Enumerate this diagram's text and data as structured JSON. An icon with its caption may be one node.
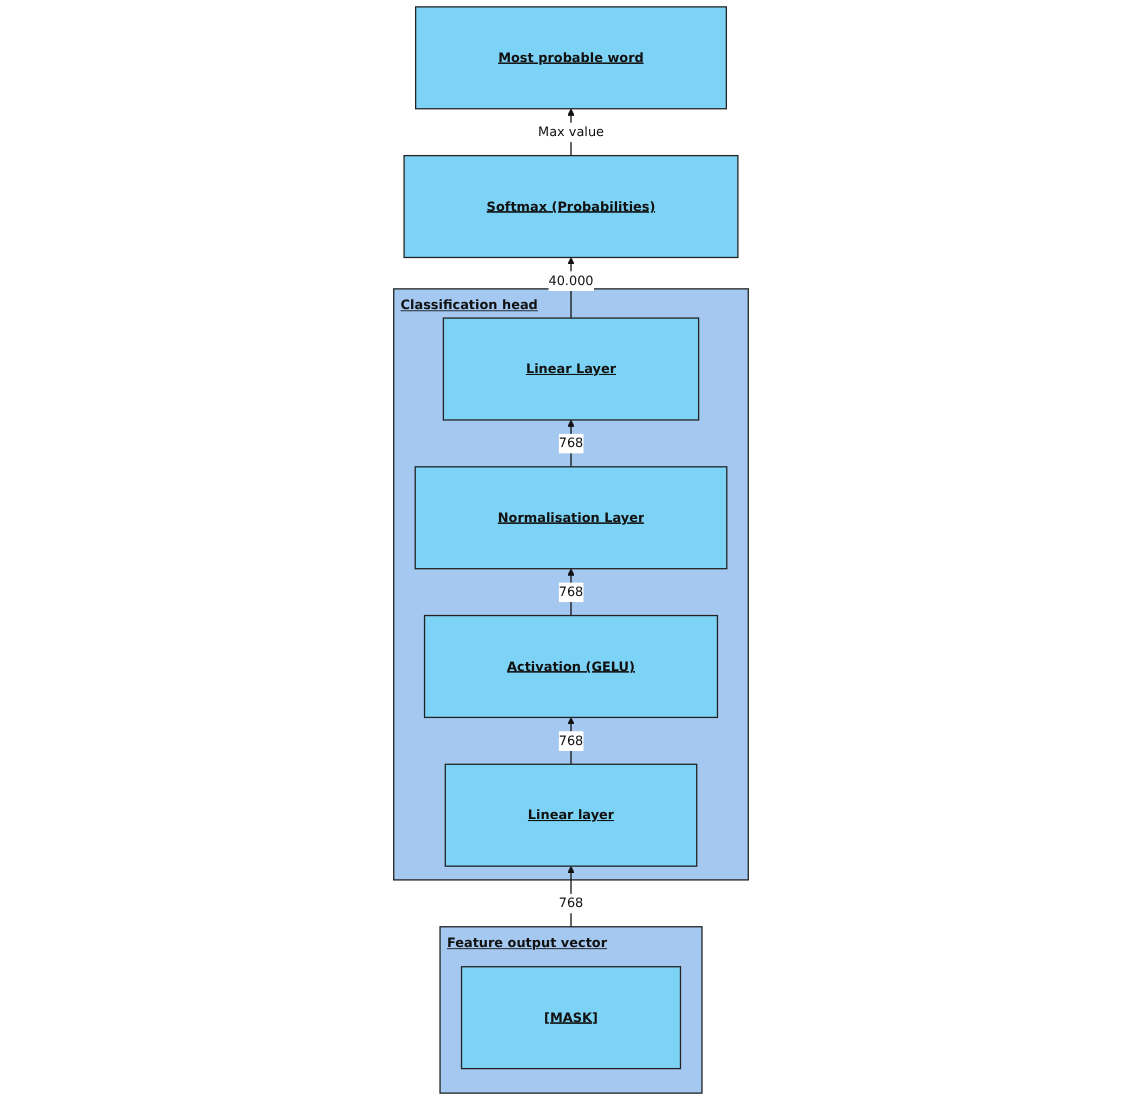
{
  "diagram": {
    "nodes": [
      {
        "text": [
          "Most probable word"
        ]
      },
      {
        "text": [
          "Softmax (Probabilities)"
        ]
      },
      {
        "text": [
          "Classification head"
        ]
      },
      {
        "text": [
          "Linear Layer"
        ],
        "in": 2
      },
      {
        "text": [
          "Normalisation Layer"
        ],
        "in": 2
      },
      {
        "text": [
          "Activation (GELU)"
        ],
        "in": 2
      },
      {
        "text": [
          "Linear layer"
        ],
        "in": 2
      },
      {
        "text": [
          "Feature output vector"
        ]
      },
      {
        "text": [
          "[MASK]"
        ],
        "in": 7
      }
    ],
    "edges": [
      {
        "from": 7,
        "to": 6,
        "label": "768",
        "arrow": "to"
      },
      {
        "from": 6,
        "to": 5,
        "label": "768",
        "arrow": "to"
      },
      {
        "from": 5,
        "to": 4,
        "label": "768",
        "arrow": "to"
      },
      {
        "from": 4,
        "to": 3,
        "label": "768",
        "arrow": "to"
      },
      {
        "from": 3,
        "to": 1,
        "label": "40.000",
        "arrow": "to"
      },
      {
        "from": 1,
        "to": 0,
        "label": "Max value",
        "arrow": "to"
      }
    ]
  }
}
